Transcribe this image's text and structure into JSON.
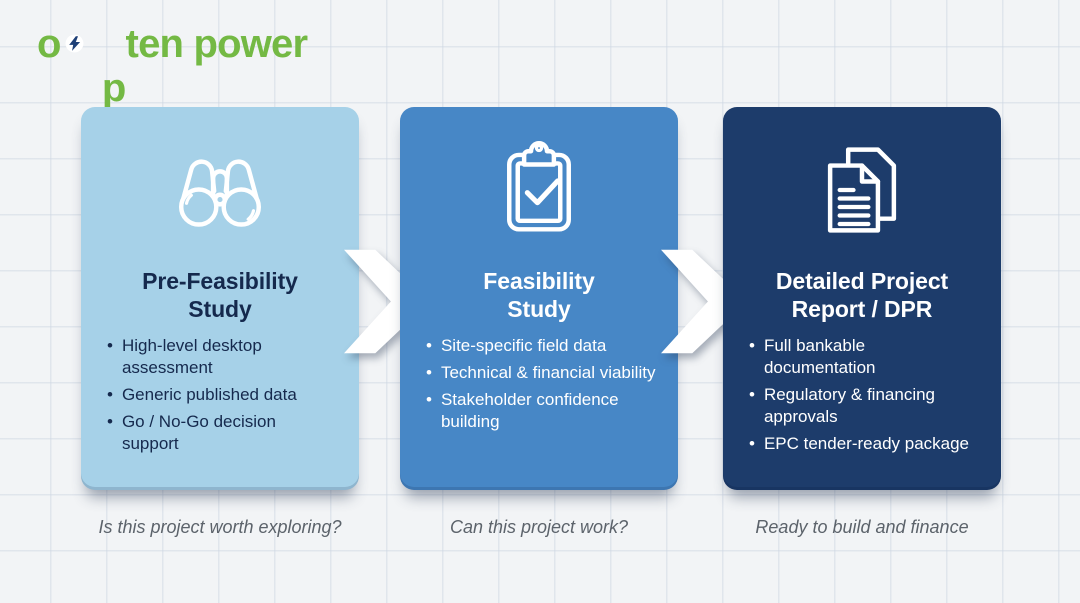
{
  "canvas": {
    "background_color": "#f2f4f6",
    "grid_line_color": "#d4dce6",
    "grid_style": "graph-paper"
  },
  "logo": {
    "prefix": "o",
    "bolt_letter": "p",
    "suffix": "ten power",
    "color": "#74b944",
    "bolt_color": "#1d3f76"
  },
  "ui": {
    "bullet_char": "•"
  },
  "arrow": {
    "color": "#ffffff",
    "direction": "right",
    "count": 2
  },
  "stages": [
    {
      "icon": "binoculars-icon",
      "title_line1": "Pre-Feasibility",
      "title_line2": "Study",
      "bullets": [
        "High-level desktop assessment",
        "Generic published data",
        "Go / No-Go decision support"
      ],
      "caption": "Is this project worth exploring?",
      "card_color": "#a6d1e8",
      "text_color": "#15294d"
    },
    {
      "icon": "clipboard-check-icon",
      "title_line1": "Feasibility",
      "title_line2": "Study",
      "bullets": [
        "Site-specific field data",
        "Technical & financial viability",
        "Stakeholder confidence building"
      ],
      "caption": "Can this project work?",
      "card_color": "#4787c6",
      "text_color": "#ffffff"
    },
    {
      "icon": "documents-icon",
      "title_line1": "Detailed Project",
      "title_line2": "Report / DPR",
      "bullets": [
        "Full bankable documentation",
        "Regulatory & financing approvals",
        "EPC tender-ready package"
      ],
      "caption": "Ready to build and finance",
      "card_color": "#1d3c6b",
      "text_color": "#ffffff"
    }
  ]
}
